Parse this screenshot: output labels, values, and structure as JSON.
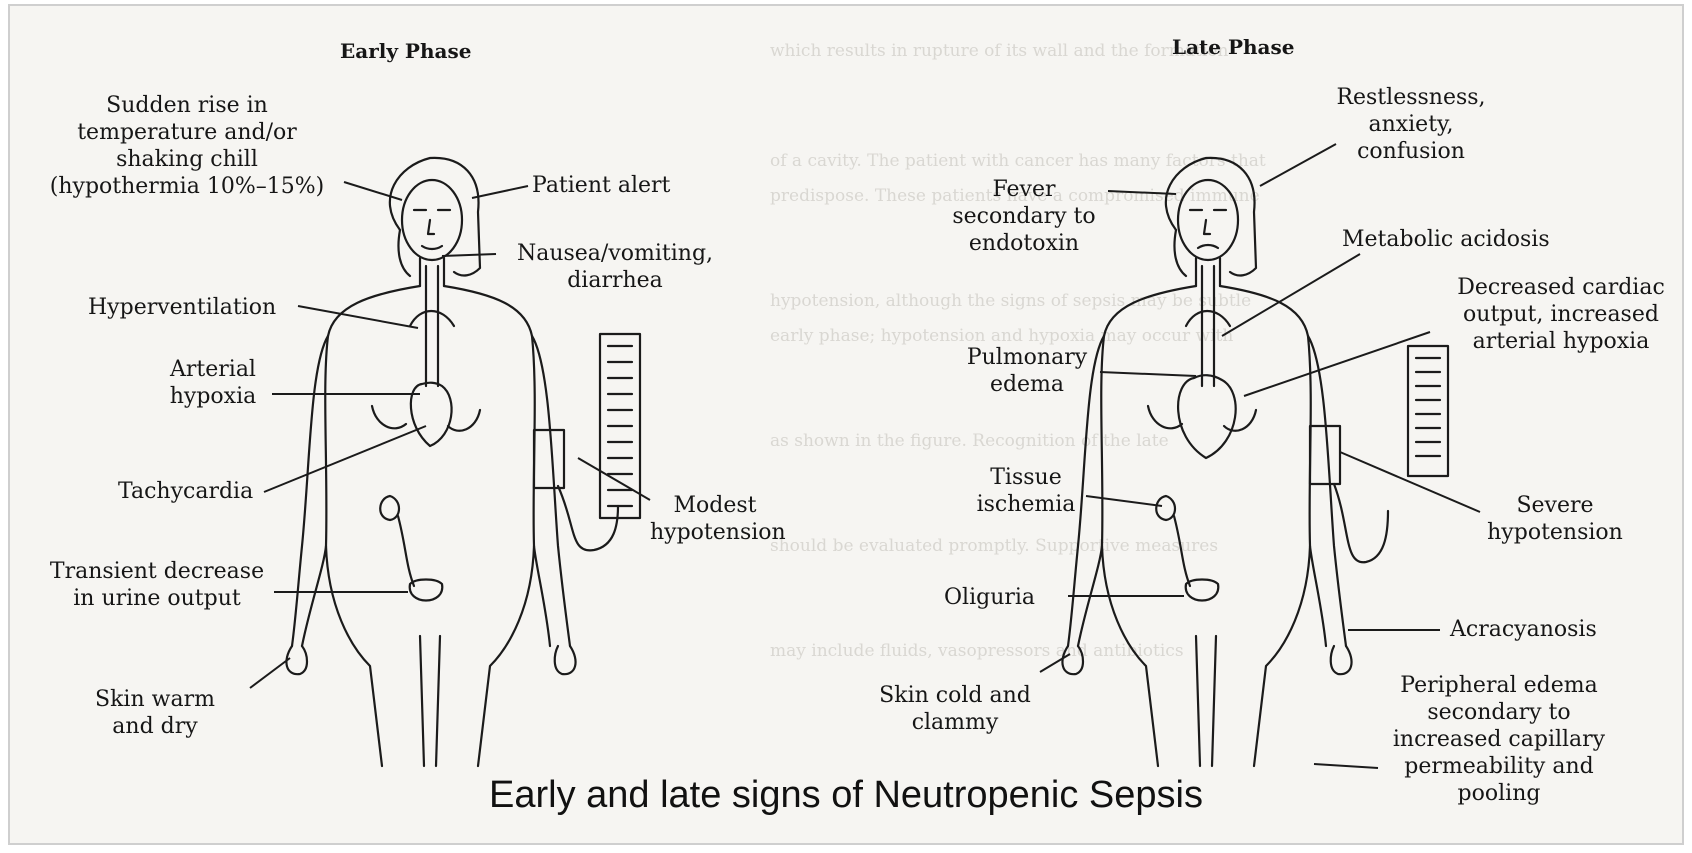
{
  "early": {
    "title": "Early Phase",
    "labels": {
      "temp": [
        "Sudden rise in",
        "temperature and/or",
        "shaking chill",
        "(hypothermia 10%–15%)"
      ],
      "alert": [
        "Patient alert"
      ],
      "nausea": [
        "Nausea/vomiting,",
        "diarrhea"
      ],
      "hypervent": [
        "Hyperventilation"
      ],
      "hypoxia": [
        "Arterial",
        "hypoxia"
      ],
      "tachy": [
        "Tachycardia"
      ],
      "hypotension": [
        "Modest",
        "hypotension"
      ],
      "urine": [
        "Transient decrease",
        "in urine output"
      ],
      "skin": [
        "Skin warm",
        "and dry"
      ]
    }
  },
  "late": {
    "title": "Late Phase",
    "labels": {
      "restless": [
        "Restlessness,",
        "anxiety,",
        "confusion"
      ],
      "fever": [
        "Fever",
        "secondary to",
        "endotoxin"
      ],
      "acidosis": [
        "Metabolic acidosis"
      ],
      "cardiac": [
        "Decreased cardiac",
        "output, increased",
        "arterial hypoxia"
      ],
      "pulmonary": [
        "Pulmonary",
        "edema"
      ],
      "ischemia": [
        "Tissue",
        "ischemia"
      ],
      "hypotension": [
        "Severe",
        "hypotension"
      ],
      "oliguria": [
        "Oliguria"
      ],
      "acracyanosis": [
        "Acracyanosis"
      ],
      "skin": [
        "Skin cold and",
        "clammy"
      ],
      "edema": [
        "Peripheral edema",
        "secondary to",
        "increased capillary",
        "permeability and",
        "pooling"
      ]
    }
  },
  "caption": "Early and late signs of Neutropenic Sepsis",
  "colors": {
    "ink": "#161616",
    "paper": "#f6f5f2"
  }
}
